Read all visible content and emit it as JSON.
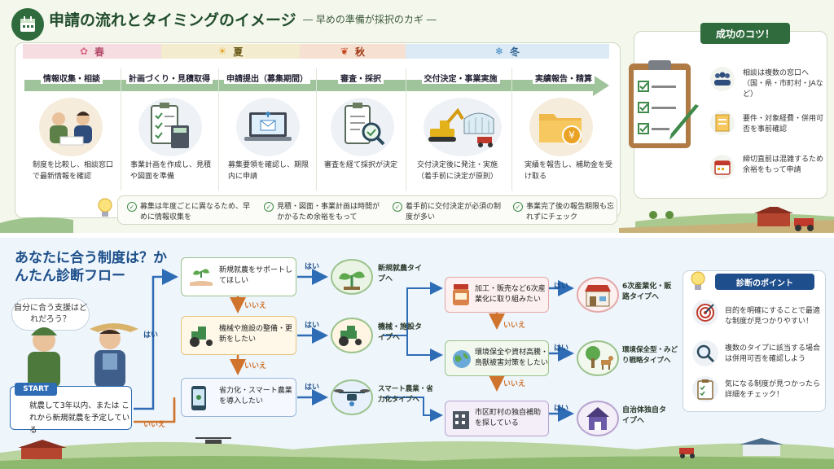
{
  "header": {
    "title": "申請の流れとタイミングのイメージ",
    "subtitle": "― 早めの準備が採択のカギ ―"
  },
  "seasons": [
    {
      "label": "春",
      "icon": "sakura-icon",
      "color": "#f6dde1"
    },
    {
      "label": "夏",
      "icon": "sun-icon",
      "color": "#f4eccf"
    },
    {
      "label": "秋",
      "icon": "maple-leaf-icon",
      "color": "#f5e0d2"
    },
    {
      "label": "冬",
      "icon": "snowflake-icon",
      "color": "#dceaf5"
    }
  ],
  "steps": [
    {
      "title": "情報収集・相談",
      "desc": "制度を比較し、相談窓口で最新情報を確認",
      "icon": "consultation-icon"
    },
    {
      "title": "計画づくり・見積取得",
      "desc": "事業計画を作成し、見積や図面を準備",
      "icon": "clipboard-calculator-icon"
    },
    {
      "title": "申請提出（募集期間）",
      "desc": "募集要領を確認し、期限内に申請",
      "icon": "laptop-mail-icon"
    },
    {
      "title": "審査・採択",
      "desc": "審査を経て採択が決定",
      "icon": "checklist-magnifier-icon"
    },
    {
      "title": "交付決定・事業実施",
      "desc": "交付決定後に発注・実施（着手前に決定が原則）",
      "icon": "excavator-greenhouse-icon"
    },
    {
      "title": "実績報告・精算",
      "desc": "実績を報告し、補助金を受け取る",
      "icon": "folder-yen-icon"
    }
  ],
  "tips": [
    "募集は年度ごとに異なるため、早めに情報収集を",
    "見積・図面・事業計画は時間がかかるため余裕をもって",
    "着手前に交付決定が必須の制度が多い",
    "事業完了後の報告期限も忘れずにチェック"
  ],
  "success": {
    "title": "成功のコツ！",
    "items": [
      {
        "text": "相談は複数の窓口へ（国・県・市町村・JAなど）",
        "icon": "people-icon"
      },
      {
        "text": "要件・対象経費・併用可否を事前確認",
        "icon": "document-icon"
      },
      {
        "text": "締切直前は混雑するため余裕をもって申請",
        "icon": "calendar-icon"
      }
    ]
  },
  "diagnosis": {
    "title": "あなたに合う制度は？かんたん診断フロー",
    "bubble": "自分に合う支援はどれだろう？",
    "start_label": "START",
    "start_question": "就農して3年以内、または これから新規就農を予定している",
    "yes": "はい",
    "no": "いいえ",
    "questions_left": [
      "新規就農をサポートしてほしい",
      "機械や施設の整備・更新をしたい",
      "省力化・スマート農業を導入したい"
    ],
    "results_left": [
      "新規就農タイプへ",
      "機械・施設タイプへ",
      "スマート農業・省力化タイプへ"
    ],
    "questions_right": [
      "加工・販売など6次産業化に取り組みたい",
      "環境保全や資材高騰・鳥獣被害対策をしたい",
      "市区町村の独自補助を探している"
    ],
    "results_right": [
      "6次産業化・販路タイプへ",
      "環境保全型・みどり戦略タイプへ",
      "自治体独自タイプへ"
    ]
  },
  "points": {
    "title": "診断のポイント",
    "items": [
      {
        "text": "目的を明確にすることで最適な制度が見つかりやすい！",
        "icon": "target-icon"
      },
      {
        "text": "複数のタイプに該当する場合は併用可否を確認しよう",
        "icon": "magnifier-icon"
      },
      {
        "text": "気になる制度が見つかったら詳細をチェック！",
        "icon": "checklist-icon"
      }
    ]
  },
  "colors": {
    "green_dark": "#2f6b3c",
    "blue_dark": "#1f4e8c",
    "orange": "#d0732c"
  }
}
